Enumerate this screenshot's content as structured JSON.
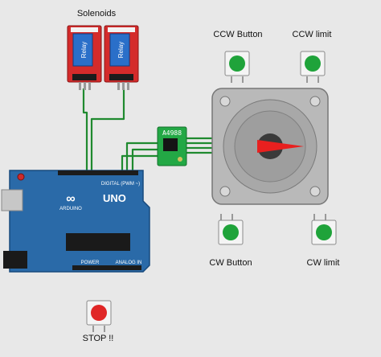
{
  "labels": {
    "solenoids": "Solenoids",
    "ccw_button": "CCW Button",
    "ccw_limit": "CCW limit",
    "cw_button": "CW Button",
    "cw_limit": "CW limit",
    "stop": "STOP !!"
  },
  "relay": {
    "text": "Relay"
  },
  "driver": {
    "chip": "A4988"
  },
  "arduino": {
    "model": "UNO",
    "brand": "ARDUINO",
    "digital": "DIGITAL (PWM ~)",
    "analog": "ANALOG IN",
    "power": "POWER"
  },
  "colors": {
    "background": "#e8e8e8",
    "relay_board": "#d42b2b",
    "relay_module": "#2a6fc9",
    "arduino_board": "#2a6aa8",
    "driver_board": "#23a845",
    "wire": "#1f8a2f",
    "button_green": "#1fa33a",
    "button_red": "#e02626",
    "motor_body": "#b9b9b9",
    "pointer": "#e8201f"
  }
}
